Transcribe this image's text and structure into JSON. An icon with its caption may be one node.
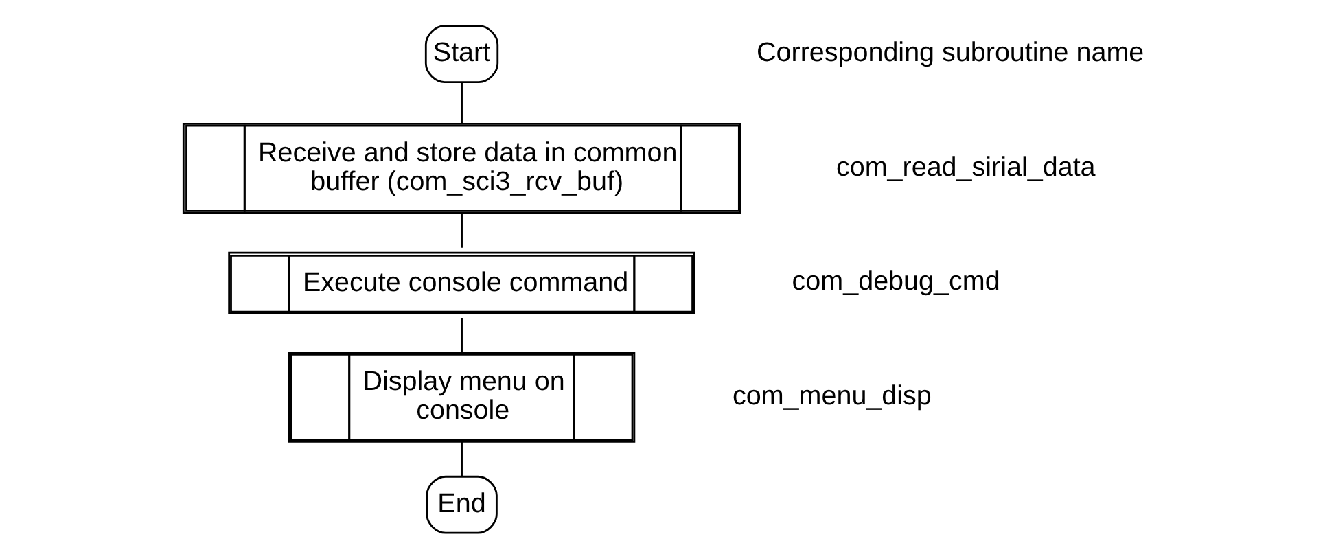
{
  "diagram": {
    "nodes": [
      {
        "text": [
          "Start"
        ]
      },
      {
        "text": [
          "Receive and store data in common buffer (com_sci3_rcv_buf)"
        ],
        "beside": [
          "com_read_sirial_data"
        ]
      },
      {
        "text": [
          "Execute console command"
        ],
        "beside": [
          "com_debug_cmd"
        ]
      },
      {
        "text": [
          "Display menu on console"
        ],
        "beside": [
          "com_menu_disp"
        ]
      },
      {
        "text": [
          "End"
        ]
      }
    ],
    "edges": [
      {
        "from": 0,
        "to": 1,
        "arrow": "none"
      },
      {
        "from": 1,
        "to": 2,
        "arrow": "none"
      },
      {
        "from": 2,
        "to": 3,
        "arrow": "none"
      },
      {
        "from": 3,
        "to": 4,
        "arrow": "none"
      }
    ],
    "labels": [
      "Corresponding subroutine name"
    ]
  }
}
